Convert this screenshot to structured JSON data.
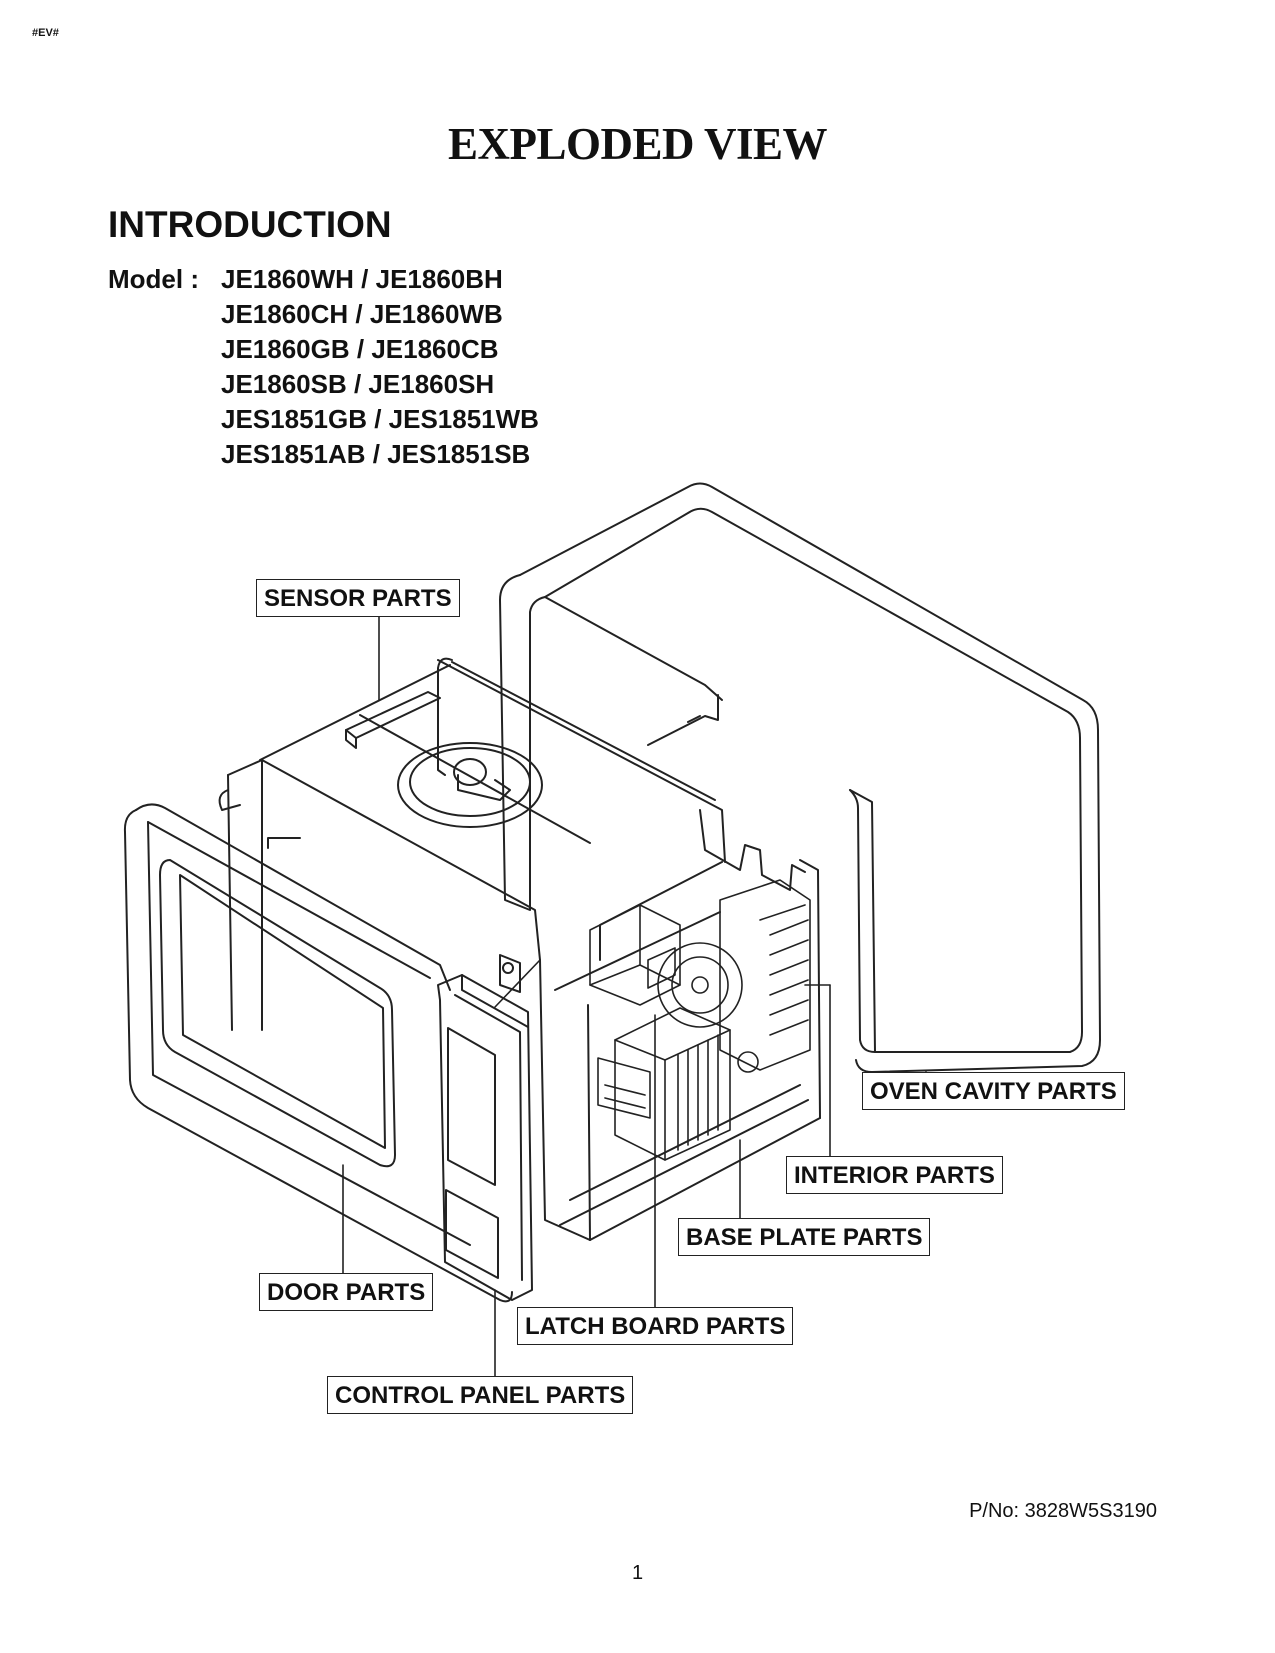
{
  "header": {
    "tag": "#EV#"
  },
  "title": "EXPLODED VIEW",
  "introduction": {
    "heading": "INTRODUCTION",
    "model_label": "Model :",
    "models": [
      "JE1860WH / JE1860BH",
      "JE1860CH / JE1860WB",
      "JE1860GB / JE1860CB",
      "JE1860SB / JE1860SH",
      "JES1851GB / JES1851WB",
      "JES1851AB / JES1851SB"
    ]
  },
  "diagram": {
    "labels": {
      "sensor": "SENSOR PARTS",
      "oven_cavity": "OVEN CAVITY PARTS",
      "interior": "INTERIOR PARTS",
      "base_plate": "BASE PLATE PARTS",
      "door": "DOOR PARTS",
      "latch_board": "LATCH BOARD PARTS",
      "control_panel": "CONTROL PANEL PARTS"
    }
  },
  "footer": {
    "part_number": "P/No: 3828W5S3190",
    "page": "1"
  }
}
